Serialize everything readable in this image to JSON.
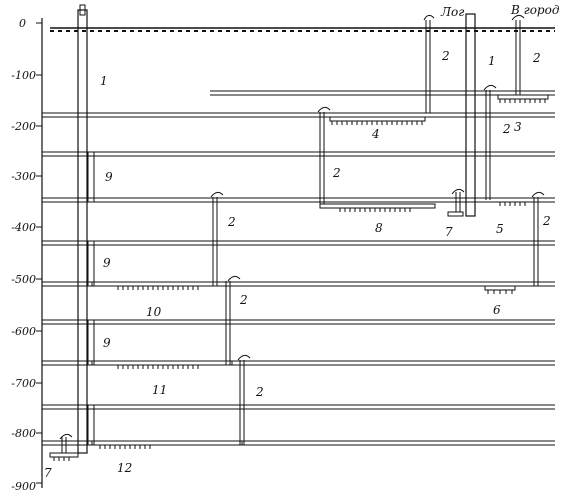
{
  "depth_axis": {
    "ticks": [
      "0",
      "-100",
      "-200",
      "-300",
      "-400",
      "-500",
      "-600",
      "-700",
      "-800",
      "-900"
    ]
  },
  "labels": {
    "log": "Лог",
    "city": "В город"
  },
  "numbers": {
    "n1": "1",
    "n2": "2",
    "n3": "3",
    "n4": "4",
    "n5": "5",
    "n6": "6",
    "n7": "7",
    "n8": "8",
    "n9": "9",
    "n10": "10",
    "n11": "11",
    "n12": "12"
  },
  "colors": {
    "line": "#111111",
    "background": "#ffffff"
  }
}
